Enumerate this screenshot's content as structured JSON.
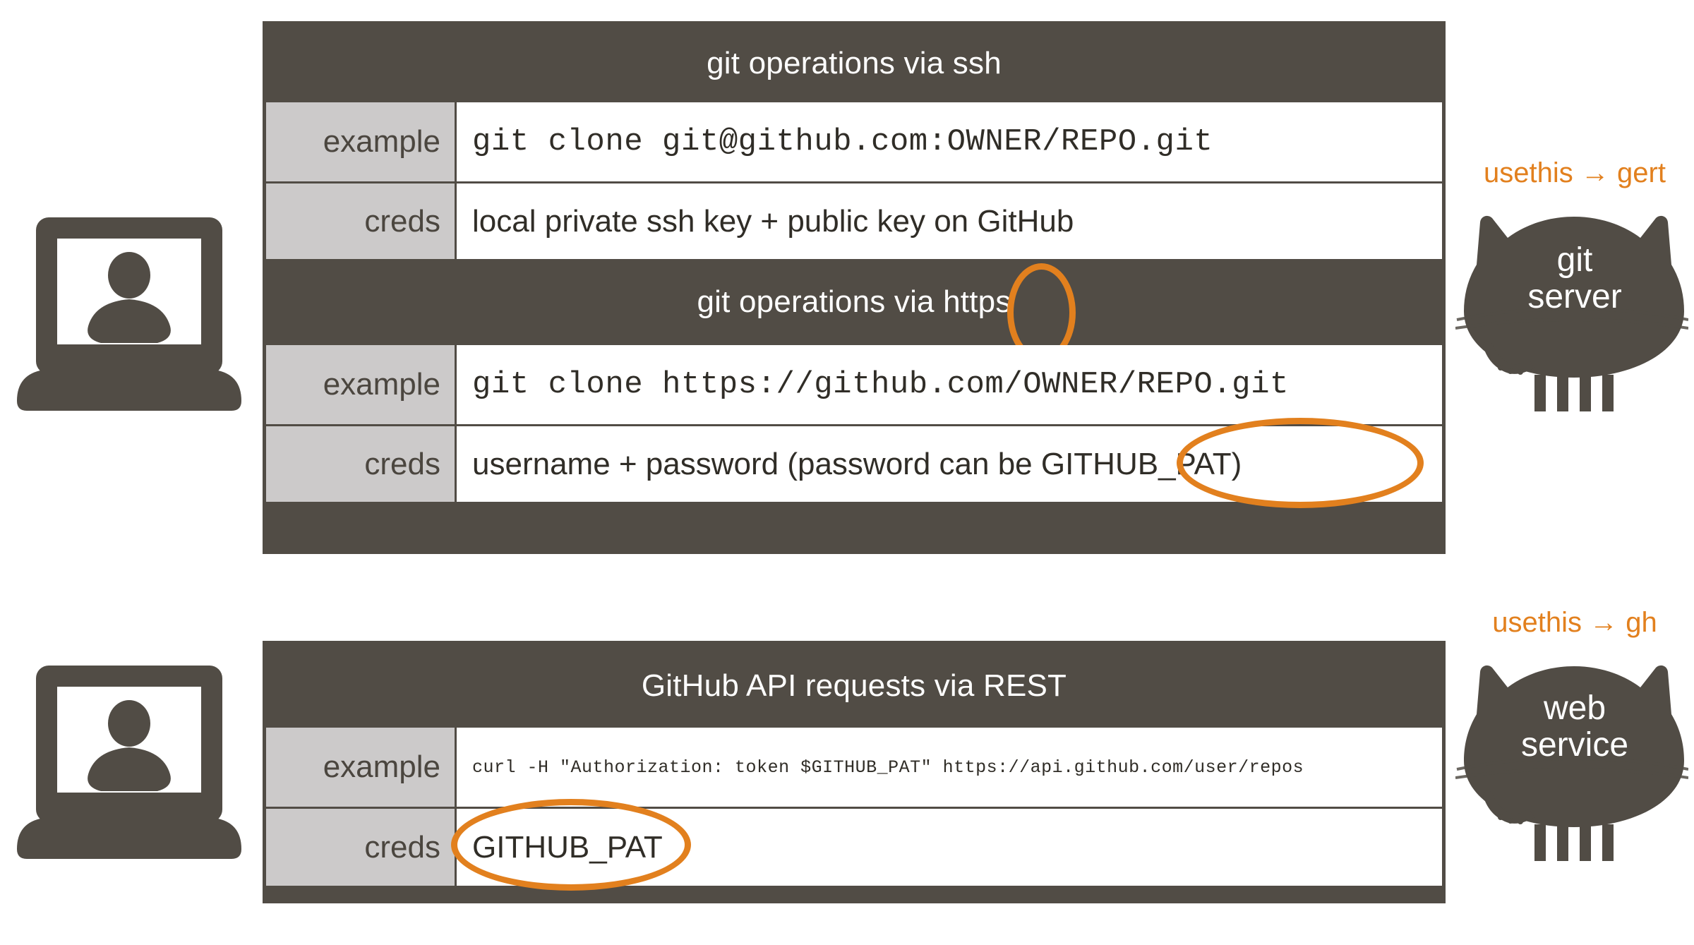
{
  "diagram": {
    "title": "git and GitHub credential flows",
    "accent_color": "#e2801e",
    "dark_color": "#514c45",
    "label_cell_color": "#cccaca"
  },
  "actors": {
    "local_computer_1": "local-computer-icon",
    "local_computer_2": "local-computer-icon"
  },
  "tables": [
    {
      "id": "git-operations",
      "sections": [
        {
          "title": "git operations via ssh",
          "rows": [
            {
              "label": "example",
              "value": "git clone git@github.com:OWNER/REPO.git",
              "mono": true
            },
            {
              "label": "creds",
              "value": "local private ssh key + public key on GitHub",
              "mono": false
            }
          ]
        },
        {
          "title": "git operations via https",
          "rows": [
            {
              "label": "example",
              "value": "git clone https://github.com/OWNER/REPO.git",
              "mono": true
            },
            {
              "label": "creds",
              "value": "username + password (password can be GITHUB_PAT)",
              "mono": false
            }
          ]
        }
      ]
    },
    {
      "id": "github-api",
      "sections": [
        {
          "title": "GitHub API requests via REST",
          "rows": [
            {
              "label": "example",
              "value": "curl -H \"Authorization: token $GITHUB_PAT\" https://api.github.com/user/repos",
              "mono": true
            },
            {
              "label": "creds",
              "value": "GITHUB_PAT",
              "mono": false
            }
          ]
        }
      ]
    }
  ],
  "servers": [
    {
      "id": "git-server",
      "package_label": "usethis  →  gert",
      "line1": "git",
      "line2": "server"
    },
    {
      "id": "web-service",
      "package_label": "usethis  →  gh",
      "line1": "web",
      "line2": "service"
    }
  ],
  "highlights": [
    {
      "id": "https-highlight",
      "target": "https"
    },
    {
      "id": "github-pat-https-highlight",
      "target": "GITHUB_PAT"
    },
    {
      "id": "github-pat-api-highlight",
      "target": "GITHUB_PAT"
    }
  ]
}
